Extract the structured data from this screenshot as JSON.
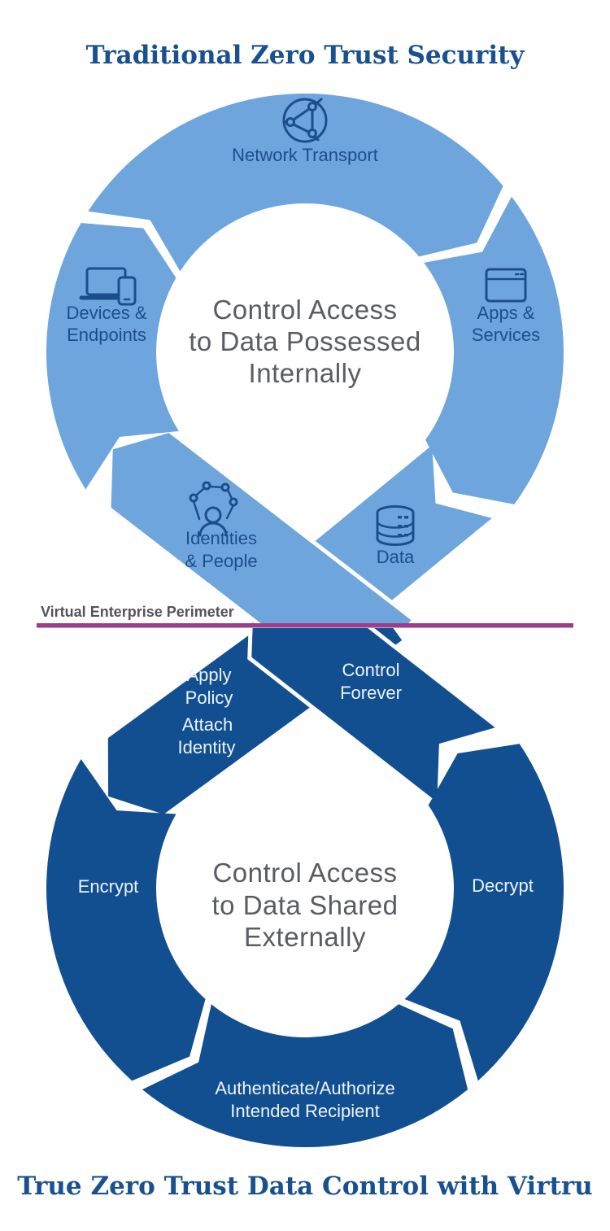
{
  "colors": {
    "light_blue": "#6FA5DD",
    "dark_blue": "#124F90",
    "label_blue": "#1D4E8C",
    "label_light": "#EDF3FA",
    "center_gray": "#5A5C63",
    "magenta": "#9D3C8C",
    "title_blue": "#19518F",
    "perimeter_text": "#59525C"
  },
  "top_title": "Traditional Zero Trust Security",
  "bottom_title": "True Zero Trust Data Control with Virtru",
  "perimeter": {
    "label": "Virtual Enterprise Perimeter"
  },
  "top_cycle": {
    "center": [
      "Control Access",
      "to Data Possessed",
      "Internally"
    ],
    "nodes": {
      "network": {
        "label": "Network Transport",
        "icon": "globe-network-icon"
      },
      "devices": {
        "line1": "Devices &",
        "line2": "Endpoints",
        "icon": "laptop-phone-icon"
      },
      "apps": {
        "line1": "Apps &",
        "line2": "Services",
        "icon": "browser-window-icon"
      },
      "identities": {
        "line1": "Identities",
        "line2": "& People",
        "icon": "people-network-icon"
      },
      "data": {
        "label": "Data",
        "icon": "database-icon"
      }
    }
  },
  "bottom_cycle": {
    "center": [
      "Control Access",
      "to Data Shared",
      "Externally"
    ],
    "steps": {
      "apply_policy": {
        "line1": "Apply",
        "line2": "Policy"
      },
      "attach_identity": {
        "line1": "Attach",
        "line2": "Identity"
      },
      "control_forever": {
        "line1": "Control",
        "line2": "Forever"
      },
      "encrypt": {
        "label": "Encrypt"
      },
      "decrypt": {
        "label": "Decrypt"
      },
      "authenticate": {
        "line1": "Authenticate/Authorize",
        "line2": "Intended Recipient"
      }
    }
  }
}
